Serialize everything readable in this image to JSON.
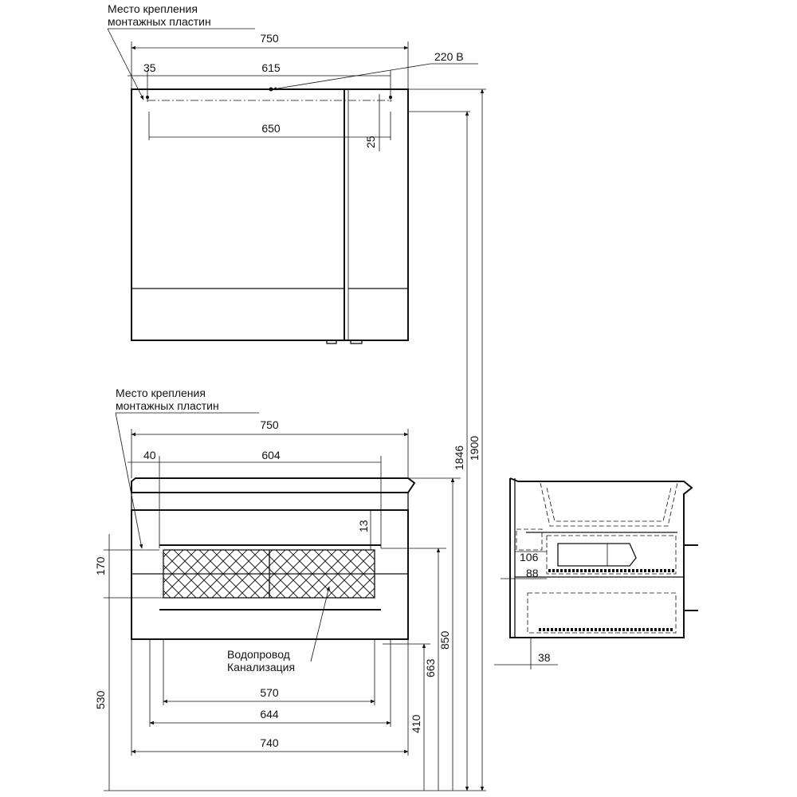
{
  "colors": {
    "line": "#111111",
    "background": "#ffffff"
  },
  "mirror": {
    "mount_label_line1": "Место крепления",
    "mount_label_line2": "монтажных пластин",
    "width": "750",
    "offset": "35",
    "span": "615",
    "power": "220 В",
    "inner_width": "650",
    "depth": "25"
  },
  "vanity": {
    "mount_label_line1": "Место крепления",
    "mount_label_line2": "монтажных пластин",
    "width": "750",
    "offset": "40",
    "span": "604",
    "gap": "13",
    "height_170": "170",
    "height_530": "530",
    "height_663": "663",
    "height_850": "850",
    "height_410": "410",
    "water_label": "Водопровод",
    "sewer_label": "Канализация",
    "dim_570": "570",
    "dim_644": "644",
    "dim_740": "740"
  },
  "overall": {
    "h1846": "1846",
    "h1900": "1900"
  },
  "side": {
    "dim_106": "106",
    "dim_88": "88",
    "dim_38": "38"
  }
}
